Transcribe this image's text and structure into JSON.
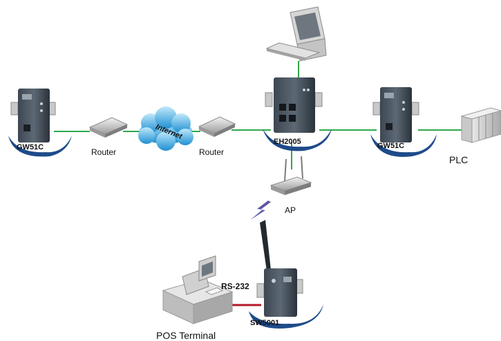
{
  "devices": {
    "gw51c_left": "GW51C",
    "router_left": "Router",
    "internet": "Internet",
    "router_right": "Router",
    "eh2005": "EH2005",
    "gw51c_right": "GW51C",
    "plc": "PLC",
    "ap": "AP",
    "sw5001": "SW5001",
    "serial_link": "RS-232",
    "pos_terminal": "POS Terminal"
  },
  "colors": {
    "ethernet_link": "#2fa84a",
    "serial_link": "#b5172b",
    "wireless_bolt": "#5b57a6",
    "swoosh": "#1e4b8a",
    "cloud": "#2d9fdc"
  }
}
